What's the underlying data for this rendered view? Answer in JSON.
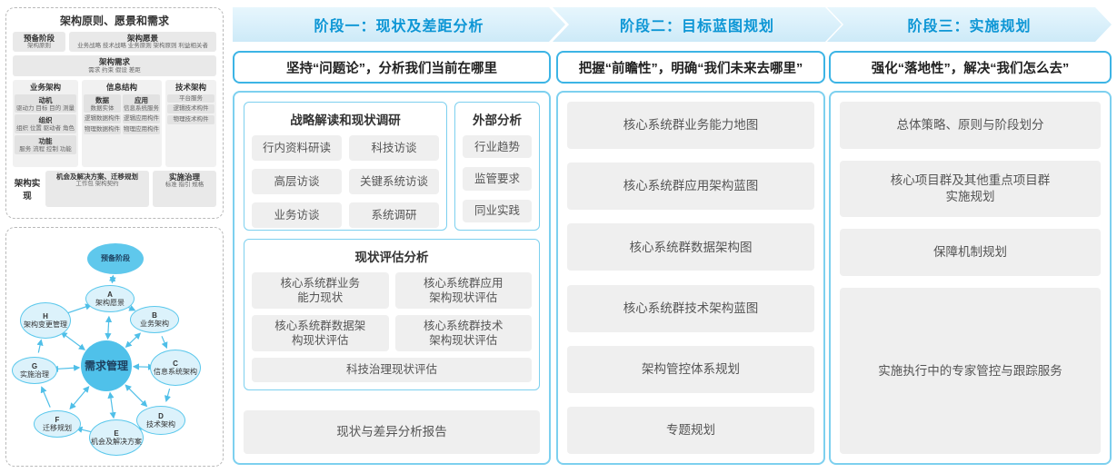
{
  "colors": {
    "accent": "#29abe2",
    "border": "#7dd0ef",
    "header_text": "#0d96d5",
    "gray_box": "#efefef"
  },
  "left": {
    "framework": {
      "title": "架构原则、愿景和需求",
      "prelim_title": "预备阶段",
      "prelim_sub": "架构原则",
      "vision_title": "架构愿景",
      "vision_sub": "业务战略 技术战略 业务原则 架构原则 利益相关者",
      "req_title": "架构需求",
      "req_sub": "需求    约束    假设    差距",
      "business_title": "业务架构",
      "business_groups": [
        {
          "t": "动机",
          "s": "驱动力 目标 目的 测量"
        },
        {
          "t": "组织",
          "s": "组织 位置 驱动者 角色"
        },
        {
          "t": "功能",
          "s": "服务 流程 控制 功能"
        }
      ],
      "info_title": "信息结构",
      "info_data_title": "数据",
      "info_data_items": [
        "数据实体",
        "逻辑数据构件",
        "物理数据构件"
      ],
      "info_app_title": "应用",
      "info_app_items": [
        "信息系统服务",
        "逻辑应用构件",
        "物理应用构件"
      ],
      "tech_title": "技术架构",
      "tech_items": [
        "平台服务",
        "逻辑技术构件",
        "物理技术构件"
      ],
      "impl_label": "架构实现",
      "impl_left_title": "机会及解决方案、迁移规划",
      "impl_left_sub": "工作包  架构契约",
      "impl_right_title": "实施治理",
      "impl_right_sub": "标准 指引 规格"
    },
    "cycle": {
      "center": "需求管理",
      "prelim": "预备阶段",
      "nodes": [
        {
          "letter": "A",
          "label": "架构愿景"
        },
        {
          "letter": "B",
          "label": "业务架构"
        },
        {
          "letter": "C",
          "label": "信息系统架构"
        },
        {
          "letter": "D",
          "label": "技术架构"
        },
        {
          "letter": "E",
          "label": "机会及解决方案"
        },
        {
          "letter": "F",
          "label": "迁移规划"
        },
        {
          "letter": "G",
          "label": "实施治理"
        },
        {
          "letter": "H",
          "label": "架构变更管理"
        }
      ]
    }
  },
  "phase1": {
    "header": "阶段一：现状及差距分析",
    "subtitle": "坚持“问题论”，分析我们当前在哪里",
    "strategy_title": "战略解读和现状调研",
    "strategy_items": [
      "行内资料研读",
      "科技访谈",
      "高层访谈",
      "关键系统访谈",
      "业务访谈",
      "系统调研"
    ],
    "external_title": "外部分析",
    "external_items": [
      "行业趋势",
      "监管要求",
      "同业实践"
    ],
    "assessment_title": "现状评估分析",
    "assessment_items": [
      "核心系统群业务\n能力现状",
      "核心系统群应用\n架构现状评估",
      "核心系统群数据架\n构现状评估",
      "核心系统群技术\n架构现状评估"
    ],
    "assessment_wide": "科技治理现状评估",
    "report": "现状与差异分析报告"
  },
  "phase2": {
    "header": "阶段二：目标蓝图规划",
    "subtitle": "把握“前瞻性”，明确“我们未来去哪里”",
    "items": [
      "核心系统群业务能力地图",
      "核心系统群应用架构蓝图",
      "核心系统群数据架构图",
      "核心系统群技术架构蓝图",
      "架构管控体系规划",
      "专题规划"
    ]
  },
  "phase3": {
    "header": "阶段三：实施规划",
    "subtitle": "强化“落地性”，解决“我们怎么去”",
    "items": [
      "总体策略、原则与阶段划分",
      "核心项目群及其他重点项目群\n实施规划",
      "保障机制规划",
      "实施执行中的专家管控与跟踪服务"
    ]
  }
}
